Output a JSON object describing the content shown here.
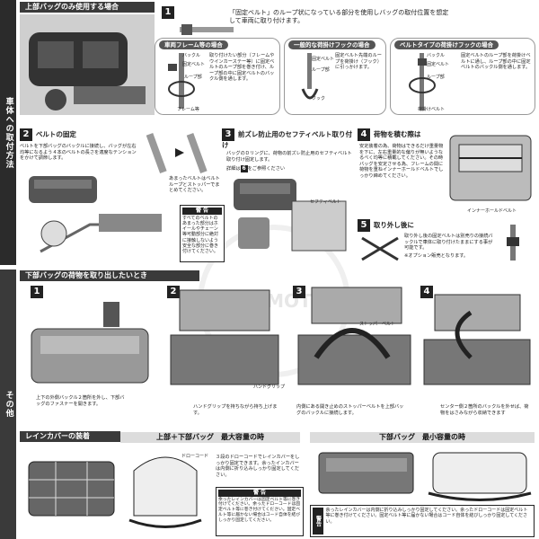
{
  "sidebar": {
    "install": "車体への取付方法",
    "other": "その他"
  },
  "sec1": {
    "header": "上部バッグのみ使用する場合",
    "step": "1",
    "intro": "「固定ベルト」のループ状になっている部分を使用しバッグの取付位置を想定して車両に取り付けます。",
    "frame": {
      "title": "車両フレーム等の場合",
      "text": "取り付けたい部分（フレームやウインカーステー等）に固定ベルトのループ部を巻き付け、ループ部の中に固定ベルトのバックル側を通します。",
      "lbl_buckle": "バックル",
      "lbl_belt": "固定ベルト",
      "lbl_loop": "ループ部",
      "lbl_frame": "フレーム等"
    },
    "hook": {
      "title": "一般的な荷掛けフックの場合",
      "text": "固定ベルト先端のループを荷掛け（フック）に引っかけます。",
      "lbl_belt": "固定ベルト",
      "lbl_loop": "ループ部",
      "lbl_hook": "フック"
    },
    "belt_type": {
      "title": "ベルトタイプの荷掛けフックの場合",
      "text": "固定ベルトのループ部を荷掛けベルトに通し、ループ部の中に固定ベルトのバックル側を通します。",
      "lbl_buckle": "バックル",
      "lbl_belt": "固定ベルト",
      "lbl_loop": "ループ部",
      "lbl_hook_belt": "荷掛けベルト"
    }
  },
  "sec2": {
    "step": "2",
    "title": "ベルトの固定",
    "text": "ベルトを下部バッグのバックルに接続し、バッグが左右均等になるよう４本のベルトの長さを適度なテンションをかけて調節します。",
    "excess": "あまったベルトはベルトループとストッパーでまとめてください。",
    "warn_title": "警 告",
    "warn_text": "すべてのベルトのあまった部分はホイールやチェーン等可動部分に絶対に接触しないよう安全な部分に巻き付けてください。"
  },
  "sec3": {
    "step": "3",
    "title": "前ズレ防止用のセフティベルト取り付け",
    "text": "バッグのＤリングに、荷物の前ズレ防止用のセフティベルト取り付け固定します。",
    "detail_prefix": "詳細は",
    "detail_num": "6",
    "detail_suffix": "をご参照ください",
    "lbl_safety": "セフティベルト"
  },
  "sec4": {
    "step": "4",
    "title": "荷物を積む際は",
    "text": "安定装着の為、荷物はできるだけ重量物を下に、左右重量的な偏りが無いようなるべく均等に積載してください。その時バッグを安定させる為、フレームの間に荷物を重ねインナーホールドベルトでしっかり締めてください。",
    "lbl_inner": "インナーホールドベルト"
  },
  "sec5": {
    "step": "5",
    "title": "取り外し後に",
    "text": "取り外し後の固定ベルトは別売りの接続バックルで車体に取り付けたままにする事が可能です。",
    "note": "※オプション販売となります。"
  },
  "sec_other": {
    "header": "下部バッグの荷物を取り出したいとき",
    "steps": [
      "1",
      "2",
      "3",
      "4"
    ],
    "s1_text": "上下の外側バックル２箇所を外し、下部バッグのファスナーを開きます。",
    "s2_text": "ハンドグリップを持ちながら持ち上げます。",
    "s2_label": "ハンドグリップ",
    "s3_text": "内側にある開き止めのストッパーベルトを上部バッグのバックルに接続します。",
    "s3_label": "ストッパーベルト",
    "s4_text": "センター側２箇所のバックルを外せば、荷物をはさみながら収納できます"
  },
  "sec_rain": {
    "header": "レインカバーの装着",
    "sub_full": "上部＋下部バッグ　最大容量の時",
    "sub_min": "下部バッグ　最小容量の時",
    "lbl_cord": "ドローコード",
    "text": "３段のドローコードでレインカバーをしっかり固定できます。余ったインカバーは内側に折り込みしっかり固定してください。",
    "warn_title": "警 告",
    "warn_text": "余ったレインカバーは固定ベルト等に巻き付けてください。余ったドローコードは固定ベルト等に巻き付けてください。固定ベルト等に届かない場合はコード自体を結びしっかり固定してください。",
    "warn_title2": "警告",
    "warn_text2": "余ったレインカバーは内側に折り込みしっかり固定してください。余ったドローコードは固定ベルト等に巻き付けてください。固定ベルト等に届かない場合はコード自体を結びしっかり固定してください。"
  },
  "watermark": "FAIRMOTO"
}
